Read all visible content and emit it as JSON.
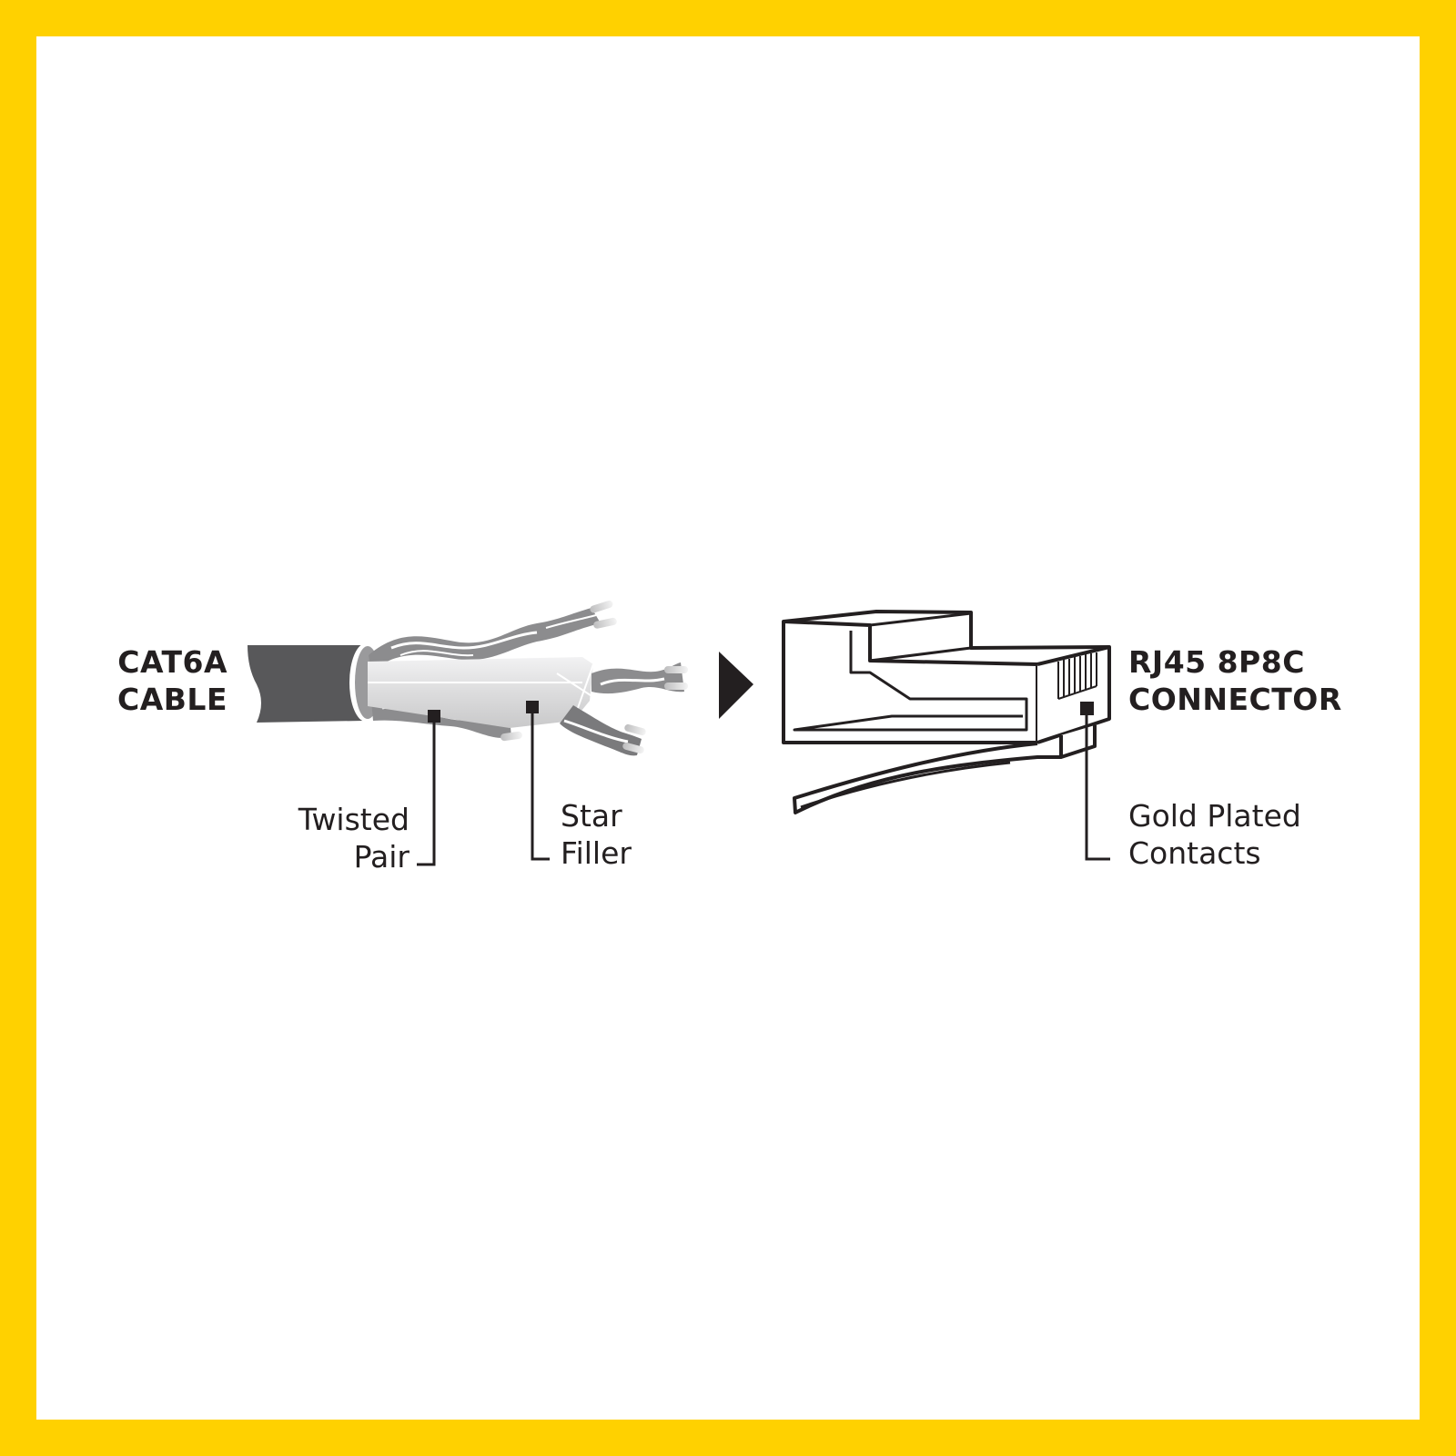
{
  "diagram": {
    "colors": {
      "border": "#FFD100",
      "background": "#FFFFFF",
      "ink": "#231F20",
      "jacket": "#58585A",
      "pairs": "#8C8C8E",
      "filler": "#E2E2E3"
    },
    "cable": {
      "title_line1": "CAT6A",
      "title_line2": "CABLE",
      "callouts": [
        {
          "id": "twisted-pair",
          "line1": "Twisted",
          "line2": "Pair"
        },
        {
          "id": "star-filler",
          "line1": "Star",
          "line2": "Filler"
        }
      ]
    },
    "arrow": {
      "icon": "triangle-right-arrow"
    },
    "connector": {
      "title_line1": "RJ45 8P8C",
      "title_line2": "CONNECTOR",
      "callouts": [
        {
          "id": "gold-plated-contacts",
          "line1": "Gold Plated",
          "line2": "Contacts"
        }
      ]
    }
  }
}
